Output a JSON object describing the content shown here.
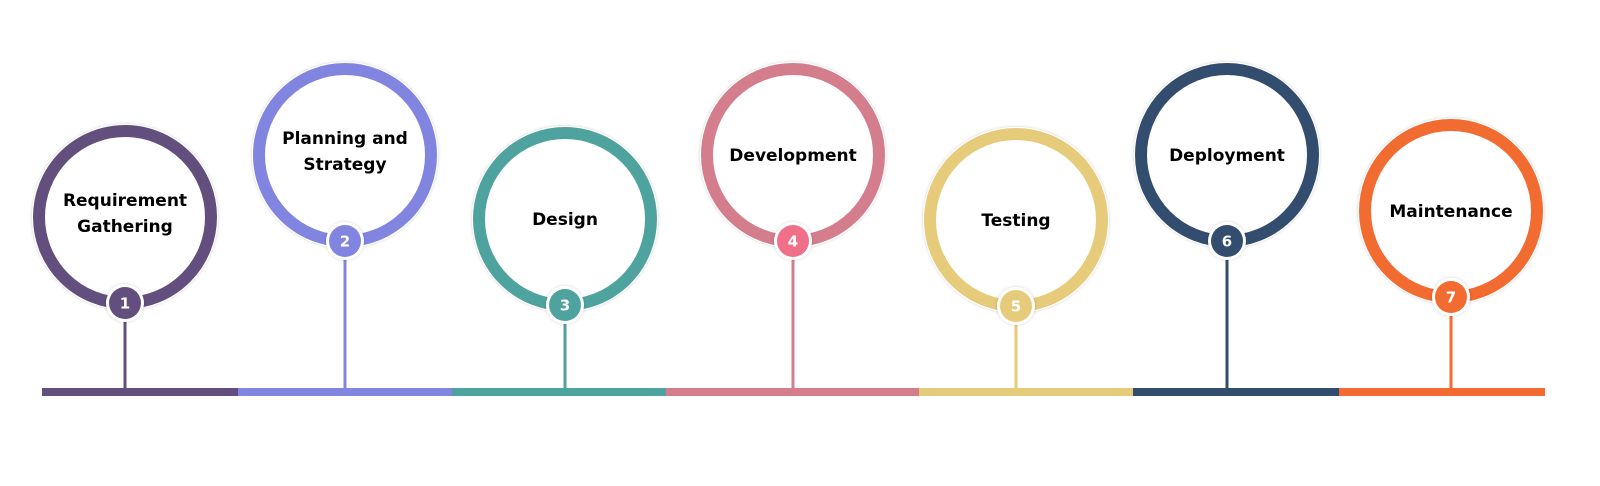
{
  "title": "Software development lifecycle timeline",
  "steps": [
    {
      "number": "1",
      "label": [
        "Requirement",
        "Gathering"
      ],
      "color": "#634f7d",
      "badge_color": "#634f7d"
    },
    {
      "number": "2",
      "label": [
        "Planning and",
        "Strategy"
      ],
      "color": "#8185e0",
      "badge_color": "#8185e0"
    },
    {
      "number": "3",
      "label": [
        "Design"
      ],
      "color": "#4fa39f",
      "badge_color": "#4fa39f"
    },
    {
      "number": "4",
      "label": [
        "Development"
      ],
      "color": "#d47e8d",
      "badge_color": "#f07089"
    },
    {
      "number": "5",
      "label": [
        "Testing"
      ],
      "color": "#e6cb7a",
      "badge_color": "#e6cb7a"
    },
    {
      "number": "6",
      "label": [
        "Deployment"
      ],
      "color": "#334d6f",
      "badge_color": "#334d6f"
    },
    {
      "number": "7",
      "label": [
        "Maintenance"
      ],
      "color": "#f26b30",
      "badge_color": "#f26b30"
    }
  ]
}
